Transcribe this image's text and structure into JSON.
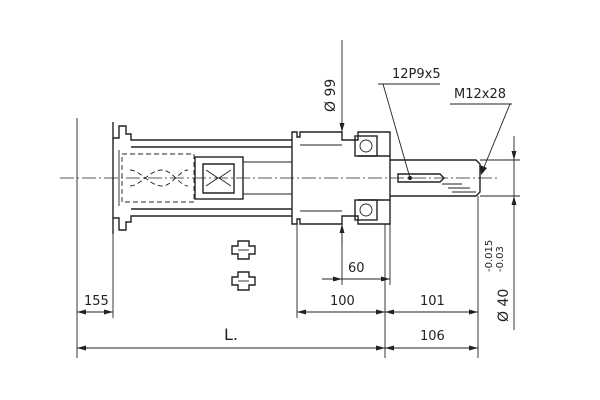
{
  "drawing": {
    "dimensions": {
      "d155": "155",
      "L": "L.",
      "d60": "60",
      "d100": "100",
      "d101": "101",
      "d106": "106",
      "dia99": "Ø 99",
      "dia40": "Ø 40",
      "tol_upper": "-0.015",
      "tol_lower": "-0.03"
    },
    "callouts": {
      "key": "12P9x5",
      "thread": "M12x28"
    }
  }
}
